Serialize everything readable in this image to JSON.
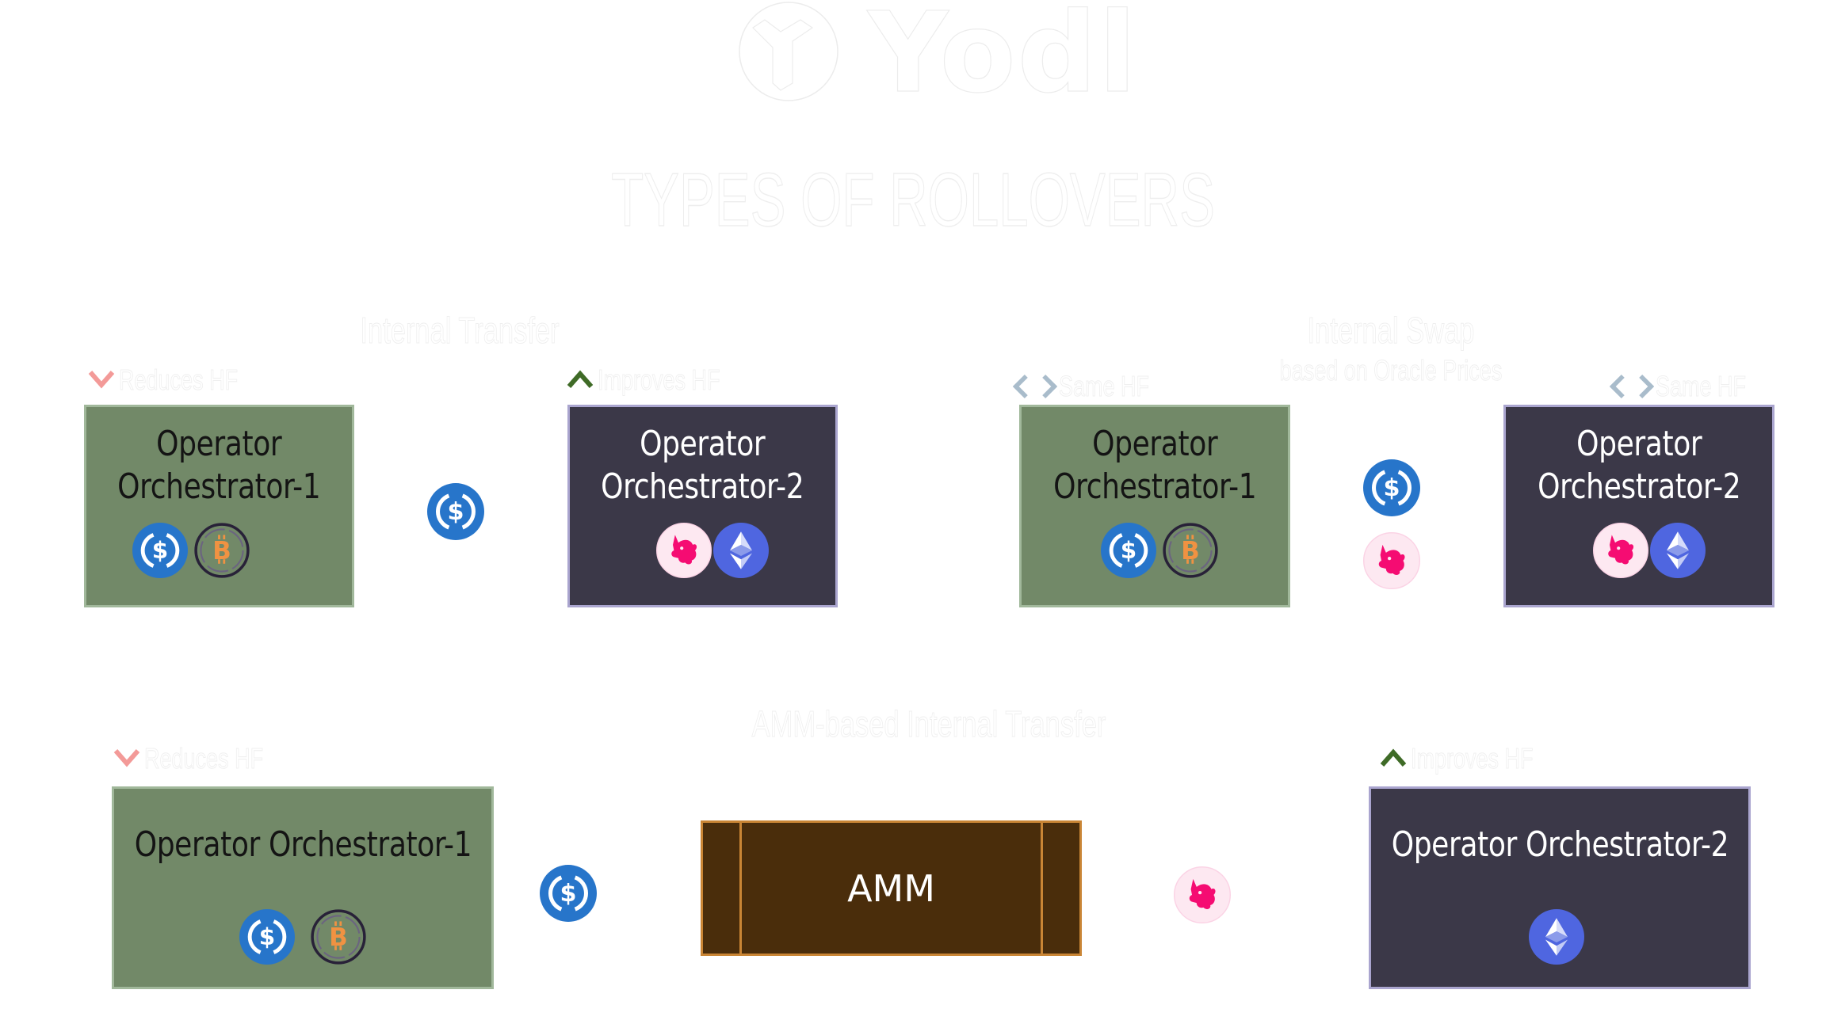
{
  "brand": {
    "name": "Yodl",
    "logo_icon": "yodl-y-logo-icon"
  },
  "page_title": "TYPES OF ROLLOVERS",
  "colors": {
    "green_box": "#728968",
    "dark_box": "#3b3848",
    "amm_box": "#4a2d0b",
    "amm_border": "#c98535",
    "reduces": "#f39a98",
    "improves": "#3f6b27",
    "same": "#a9bccb"
  },
  "sections": {
    "internal_transfer": {
      "title": "Internal Transfer",
      "source": {
        "name_line1": "Operator",
        "name_line2": "Orchestrator-1",
        "hf_label": "Reduces HF",
        "hf_icon": "chevron-down-icon",
        "coins": [
          "usdc-icon",
          "wbtc-icon"
        ]
      },
      "moving_coins": [
        "usdc-icon"
      ],
      "target": {
        "name_line1": "Operator",
        "name_line2": "Orchestrator-2",
        "hf_label": "Improves HF",
        "hf_icon": "chevron-up-icon",
        "coins": [
          "uni-icon",
          "eth-icon"
        ]
      }
    },
    "internal_swap": {
      "title": "Internal Swap",
      "subtitle": "based on Oracle Prices",
      "source": {
        "name_line1": "Operator",
        "name_line2": "Orchestrator-1",
        "hf_label": "Same HF",
        "hf_icon": "chevrons-left-right-icon",
        "coins": [
          "usdc-icon",
          "wbtc-icon"
        ]
      },
      "moving_coins": [
        "usdc-icon",
        "uni-icon"
      ],
      "target": {
        "name_line1": "Operator",
        "name_line2": "Orchestrator-2",
        "hf_label": "Same HF",
        "hf_icon": "chevrons-left-right-icon",
        "coins": [
          "uni-icon",
          "eth-icon"
        ]
      }
    },
    "amm_transfer": {
      "title": "AMM-based Internal Transfer",
      "source": {
        "name": "Operator Orchestrator-1",
        "hf_label": "Reduces HF",
        "hf_icon": "chevron-down-icon",
        "coins": [
          "usdc-icon",
          "wbtc-icon"
        ]
      },
      "in_coin": "usdc-icon",
      "amm_label": "AMM",
      "out_coin": "uni-icon",
      "target": {
        "name": "Operator Orchestrator-2",
        "hf_label": "Improves HF",
        "hf_icon": "chevron-up-icon",
        "coins": [
          "eth-icon"
        ]
      }
    }
  }
}
